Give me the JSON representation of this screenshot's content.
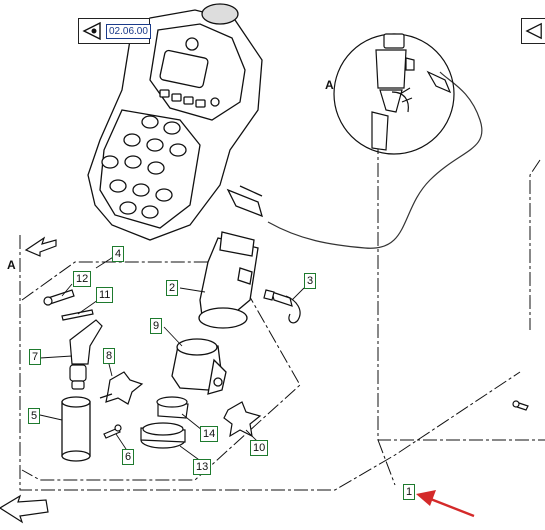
{
  "reference": {
    "code": "02.06.00"
  },
  "view_labels": {
    "detail": "A",
    "side": "A"
  },
  "callouts": {
    "c1": "1",
    "c2": "2",
    "c3": "3",
    "c4": "4",
    "c5": "5",
    "c6": "6",
    "c7": "7",
    "c8": "8",
    "c9": "9",
    "c10": "10",
    "c11": "11",
    "c12": "12",
    "c13": "13",
    "c14": "14"
  },
  "colors": {
    "callout_border": "#1e7a2e",
    "arrow": "#d42a2a",
    "line": "#111111"
  }
}
